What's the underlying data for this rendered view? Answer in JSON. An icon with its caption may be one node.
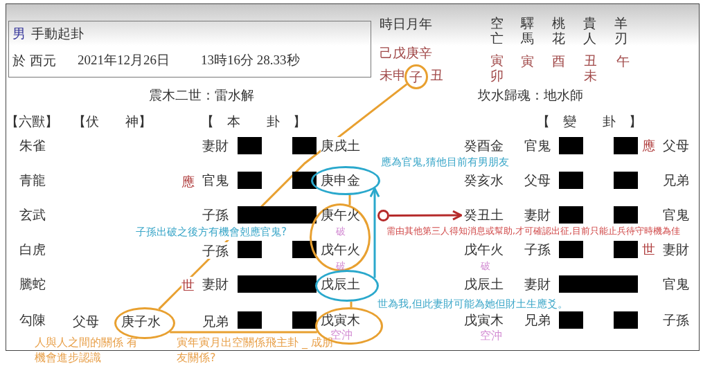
{
  "diagram": {
    "nodes": [
      {
        "text": [
          "子"
        ]
      },
      {
        "text": [
          "庚申金"
        ]
      },
      {
        "text": [
          "庚午火",
          "破",
          "戊午火",
          "破"
        ]
      },
      {
        "text": [
          "戊辰土"
        ]
      },
      {
        "text": [
          "戊寅木",
          "空沖"
        ]
      },
      {
        "text": [
          "庚子水"
        ]
      },
      {
        "text": [],
        "shape": "circle"
      },
      {
        "text": [
          "癸丑土"
        ]
      }
    ],
    "edges": [
      {
        "from": 0,
        "to": 5,
        "arrow": "none"
      },
      {
        "from": 5,
        "to": 4,
        "arrow": "none"
      },
      {
        "from": 1,
        "to": 2,
        "arrow": "none"
      },
      {
        "from": 3,
        "to": 4,
        "arrow": "none"
      },
      {
        "from": 3,
        "to": 1,
        "arrow": "to",
        "color": "#2aa8cc"
      },
      {
        "from": 6,
        "to": 7,
        "arrow": "to",
        "color": "#b52a2a"
      }
    ],
    "labels": [
      "男",
      "手動起卦",
      "於 西元",
      "2021年12月26日",
      "13時16分 28.33秒",
      "時日月年",
      "己戊庚辛",
      "未申",
      "丑",
      "空亡",
      "驛馬",
      "桃花",
      "貴人",
      "羊刃",
      "寅卯",
      "寅",
      "酉",
      "丑未",
      "午",
      "震木二世：雷水解",
      "坎水歸魂：地水師",
      "【六獸】",
      "【伏　　神】",
      "【　本　　卦　】",
      "【　變　　卦　】",
      "朱雀",
      "妻財",
      "庚戌土",
      "癸酉金",
      "官鬼",
      "應",
      "父母",
      "應為官鬼,猜他目前有男朋友",
      "青龍",
      "應",
      "官鬼",
      "癸亥水",
      "父母",
      "兄弟",
      "玄武",
      "子孫",
      "妻財",
      "官鬼",
      "子孫出破之後方有機會剋應官鬼?",
      "需由其他第三人得知消息或幫助,才可確認出征,目前只能止兵待守時機為佳",
      "白虎",
      "子孫",
      "戊午火",
      "破",
      "子孫",
      "世",
      "妻財",
      "騰蛇",
      "世",
      "妻財",
      "戊辰土",
      "妻財",
      "官鬼",
      "世為我,但此妻財可能為她但財土生應爻。",
      "勾陳",
      "父母",
      "兄弟",
      "戊寅木",
      "空沖",
      "兄弟",
      "子孫",
      "人與人之間的關係 有機會進步認識",
      "寅年寅月出空關係飛主卦 _ 成朋友關係?"
    ]
  }
}
